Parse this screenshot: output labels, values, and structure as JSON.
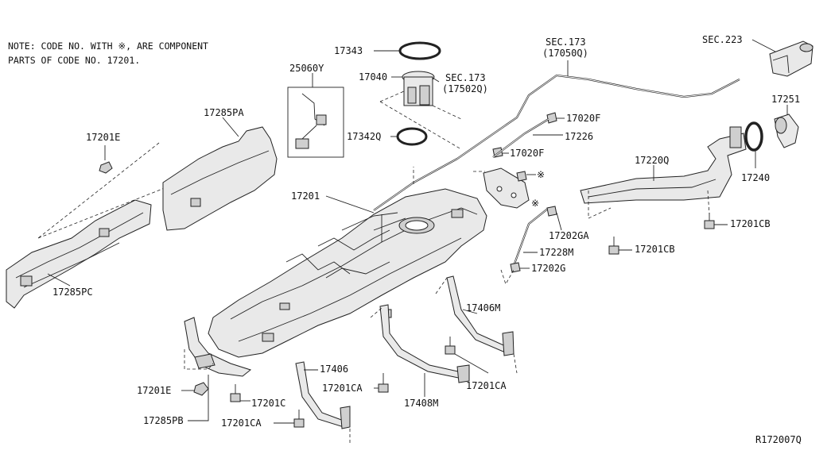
{
  "note": {
    "line1": "NOTE: CODE NO. WITH ※, ARE COMPONENT",
    "line2": "PARTS OF CODE NO. 17201."
  },
  "labels": {
    "p17343": "17343",
    "p17040": "17040",
    "sec173a": "SEC.173",
    "sec173a_sub": "(17502Q)",
    "p25060Y": "25060Y",
    "p17342Q": "17342Q",
    "sec173b": "SEC.173",
    "sec173b_sub": "(17050Q)",
    "sec223": "SEC.223",
    "p17251": "17251",
    "p17285PA": "17285PA",
    "p17201E_top": "17201E",
    "p17020F_a": "17020F",
    "p17226": "17226",
    "p17020F_b": "17020F",
    "star_a": "※",
    "star_b": "※",
    "p17220Q": "17220Q",
    "p17240": "17240",
    "p17201": "17201",
    "p17201CB_a": "17201CB",
    "p17202GA": "17202GA",
    "p17201CB_b": "17201CB",
    "p17228M": "17228M",
    "p17202G": "17202G",
    "p17285PC": "17285PC",
    "p17406M": "17406M",
    "p17406": "17406",
    "p17201E_bottom": "17201E",
    "p17201CA_a": "17201CA",
    "p17201C": "17201C",
    "p17408M": "17408M",
    "p17201CA_b": "17201CA",
    "p17285PB": "17285PB",
    "p17201CA_c": "17201CA",
    "ref": "R172007Q"
  }
}
